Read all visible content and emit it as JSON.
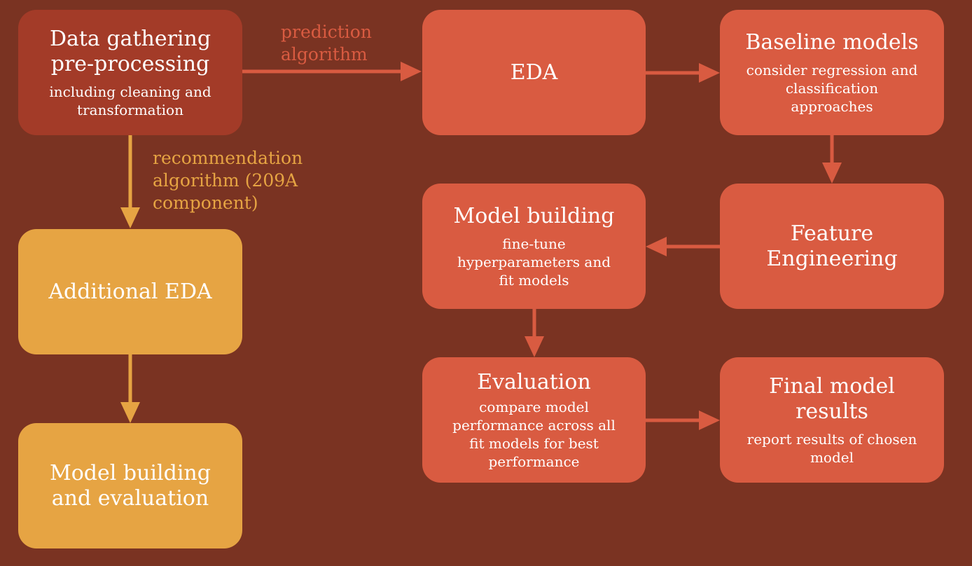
{
  "colors": {
    "background": "#7a3322",
    "dark_box": "#a33b28",
    "red_box": "#d95b41",
    "gold_box": "#e6a443",
    "red_arrow": "#d95b41",
    "gold_arrow": "#e6a443"
  },
  "edge_labels": {
    "prediction": "prediction\nalgorithm",
    "recommendation": "recommendation\nalgorithm (209A\ncomponent)"
  },
  "nodes": {
    "data_gathering": {
      "title": "Data gathering\npre-processing",
      "sub": "including cleaning and\ntransformation"
    },
    "eda": {
      "title": "EDA"
    },
    "baseline": {
      "title": "Baseline models",
      "sub": "consider regression and\nclassification\napproaches"
    },
    "feature_engineering": {
      "title": "Feature\nEngineering"
    },
    "model_building": {
      "title": "Model building",
      "sub": "fine-tune\nhyperparameters and\nfit models"
    },
    "evaluation": {
      "title": "Evaluation",
      "sub": "compare model\nperformance across all\nfit models for best\nperformance"
    },
    "final_results": {
      "title": "Final model\nresults",
      "sub": "report results of chosen\nmodel"
    },
    "additional_eda": {
      "title": "Additional EDA"
    },
    "model_building_eval": {
      "title": "Model building\nand evaluation"
    }
  }
}
